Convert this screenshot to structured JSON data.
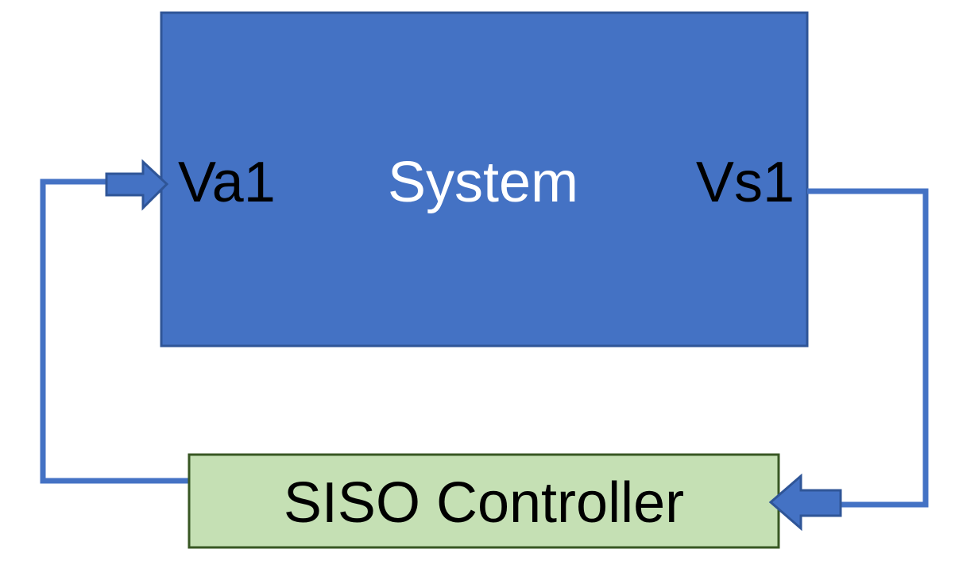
{
  "diagram": {
    "system_block": {
      "label": "System",
      "input_port": "Va1",
      "output_port": "Vs1"
    },
    "controller_block": {
      "label": "SISO Controller"
    }
  },
  "colors": {
    "system_fill": "#4472C4",
    "system_border": "#2F5597",
    "system_text": "#FFFFFF",
    "port_text": "#000000",
    "controller_fill": "#C5E0B4",
    "controller_border": "#385723",
    "controller_text": "#000000",
    "wire": "#4472C4",
    "arrow_fill": "#4472C4",
    "arrow_border": "#2F5597"
  },
  "icons": {
    "input_arrow": "arrow-right-icon",
    "feedback_arrow": "arrow-left-icon"
  }
}
